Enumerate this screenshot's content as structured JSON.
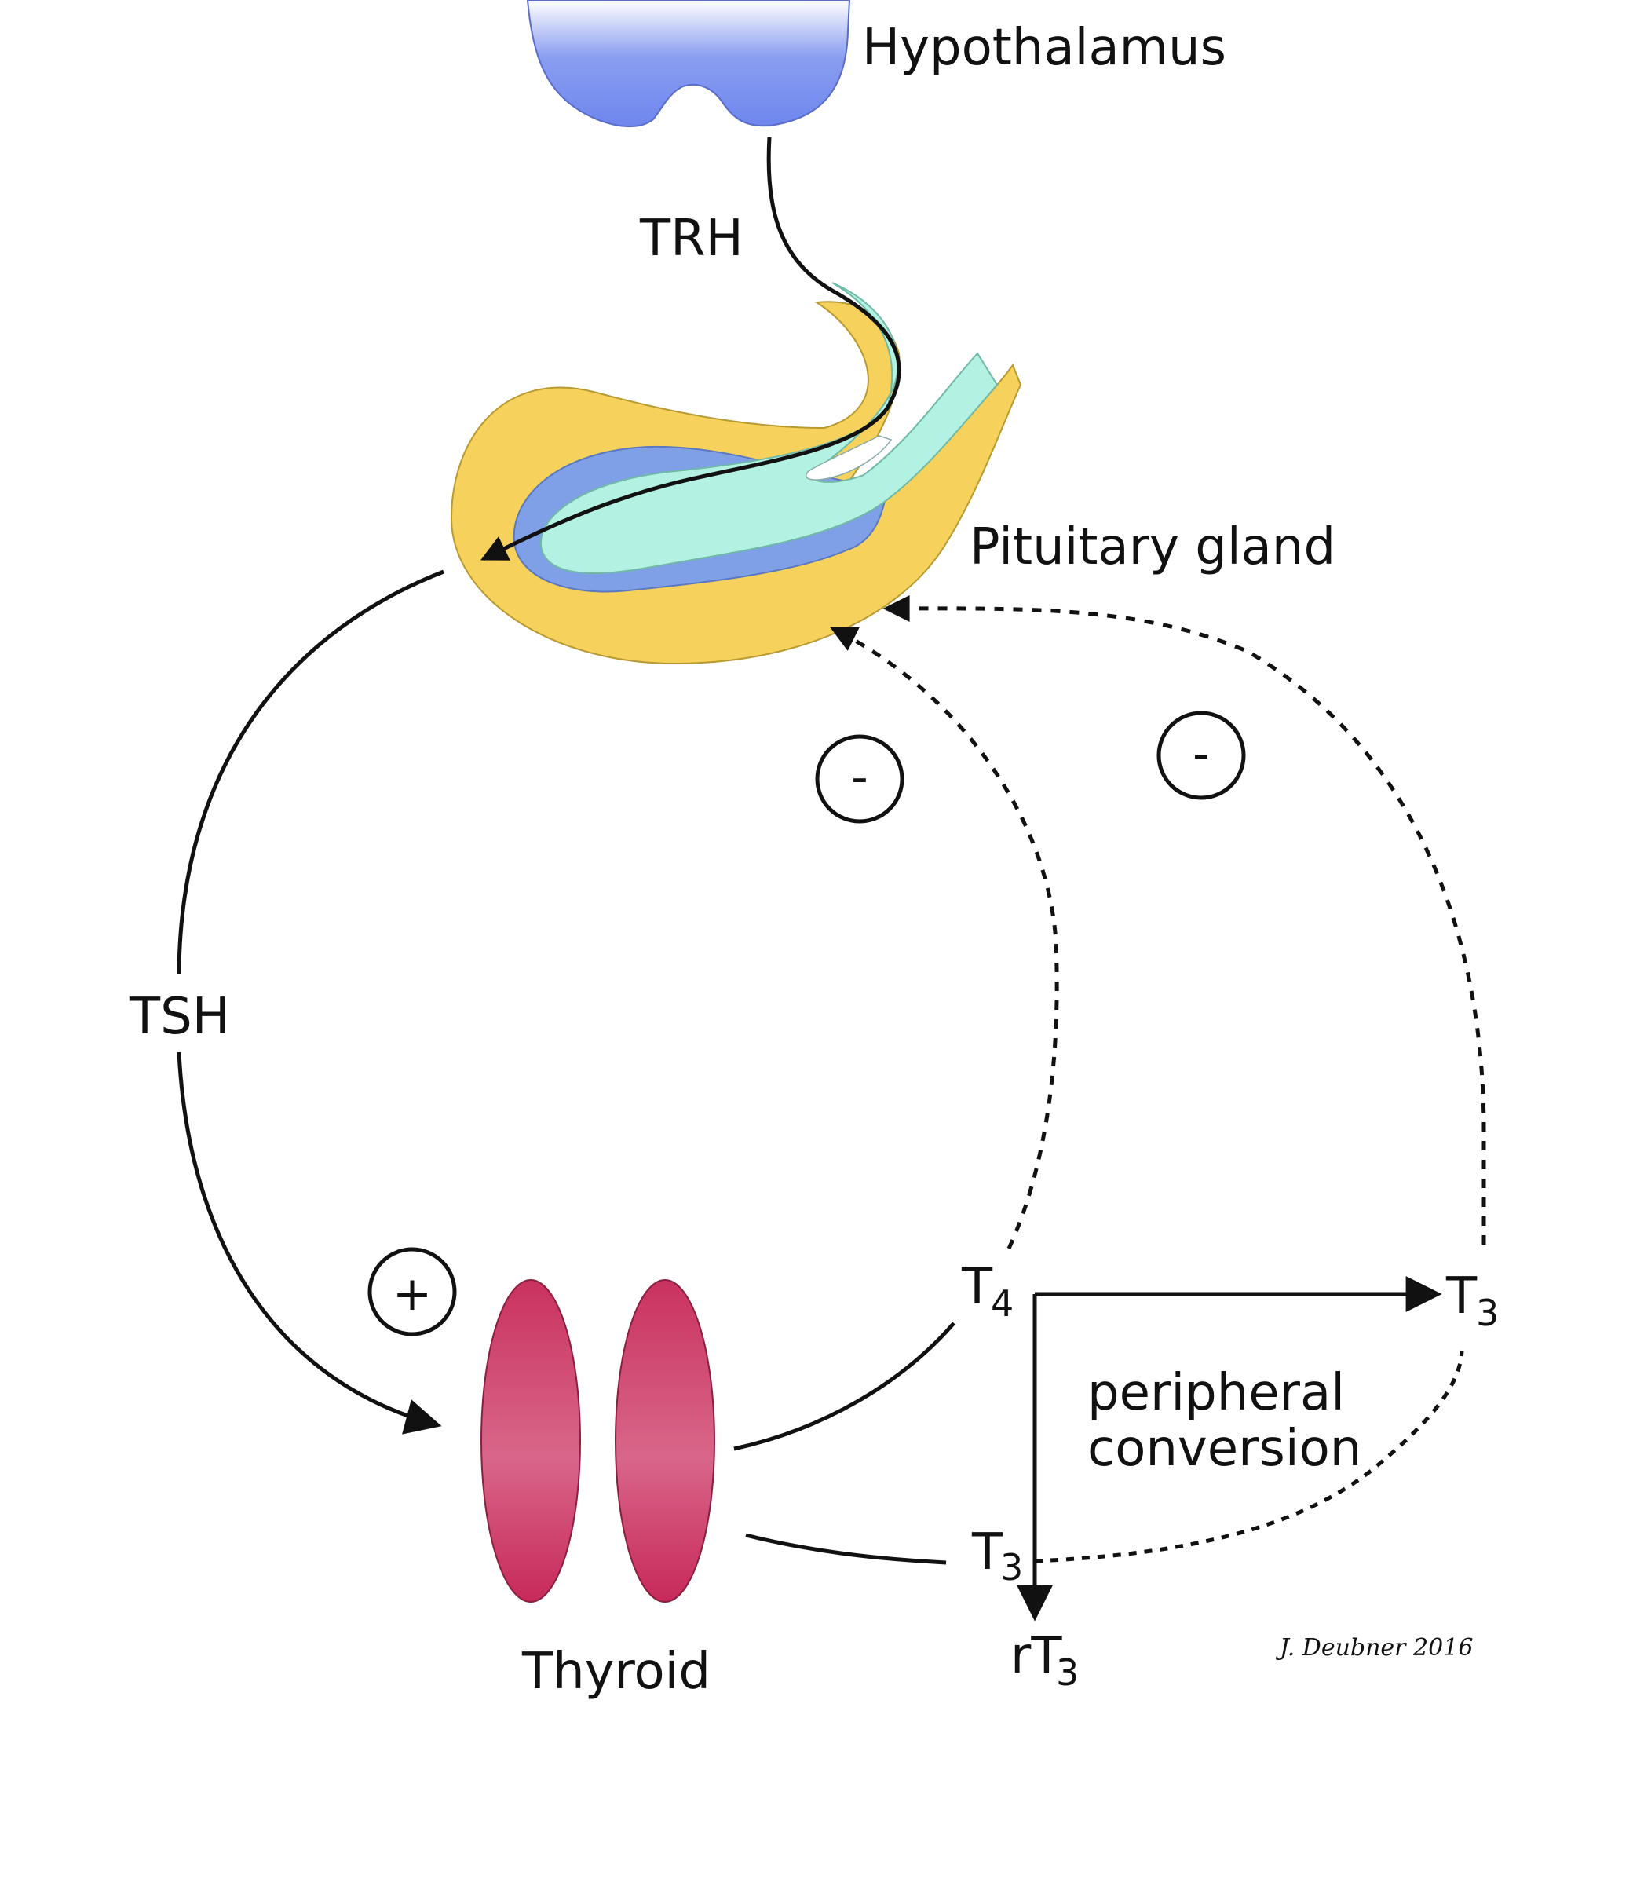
{
  "labels": {
    "hypothalamus": "Hypothalamus",
    "trh": "TRH",
    "pituitary": "Pituitary gland",
    "tsh": "TSH",
    "thyroid": "Thyroid",
    "t4_base": "T",
    "t4_sub": "4",
    "t3_right_base": "T",
    "t3_right_sub": "3",
    "t3_bottom_base": "T",
    "t3_bottom_sub": "3",
    "rt3_base": "rT",
    "rt3_sub": "3",
    "peripheral_line1": "peripheral",
    "peripheral_line2": "conversion",
    "credit": "J. Deubner 2016"
  },
  "signs": {
    "plus": "+",
    "minus_left": "-",
    "minus_right": "-"
  },
  "colors": {
    "hypothalamus": "#6e86ee",
    "pituitary_outer": "#f6d25c",
    "pituitary_mid": "#7fa0e6",
    "pituitary_inner": "#b3f1e2",
    "thyroid": "#cc3a65",
    "thyroid_light": "#d9668a",
    "line": "#111111"
  }
}
